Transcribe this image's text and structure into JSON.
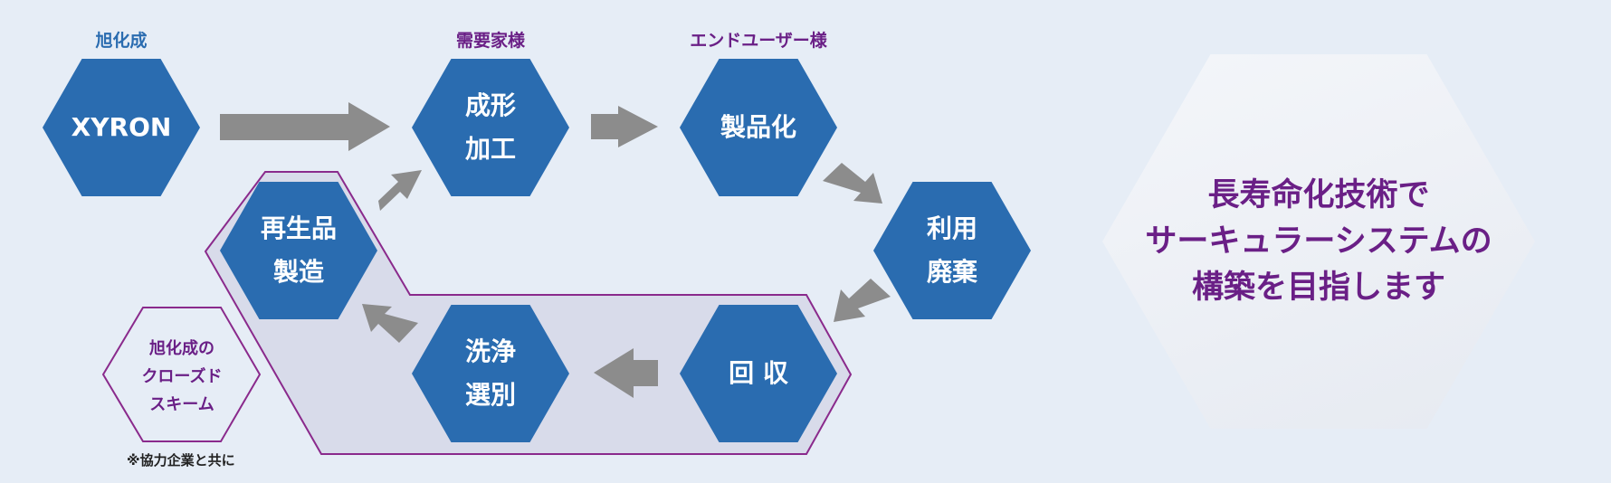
{
  "labels": {
    "asahi": "旭化成",
    "customer": "需要家様",
    "end_user": "エンドユーザー様"
  },
  "nodes": {
    "xyron": {
      "line1": "XYRON"
    },
    "molding": {
      "line1": "成形",
      "line2": "加工"
    },
    "product": {
      "line1": "製品化"
    },
    "use": {
      "line1": "利用",
      "line2": "廃棄"
    },
    "collect": {
      "line1": "回 収"
    },
    "wash": {
      "line1": "洗浄",
      "line2": "選別"
    },
    "remanufacture": {
      "line1": "再生品",
      "line2": "製造"
    }
  },
  "closed_scheme": {
    "line1": "旭化成の",
    "line2": "クローズド",
    "line3": "スキーム"
  },
  "note": "※協力企業と共に",
  "goal": {
    "line1": "長寿命化技術で",
    "line2": "サーキュラーシステムの",
    "line3": "構築を目指します"
  },
  "colors": {
    "hex_blue": "#2a6cb0",
    "purple": "#6a1f86",
    "arrow_gray": "#8c8c8c",
    "region_fill": "#d8dbea"
  }
}
